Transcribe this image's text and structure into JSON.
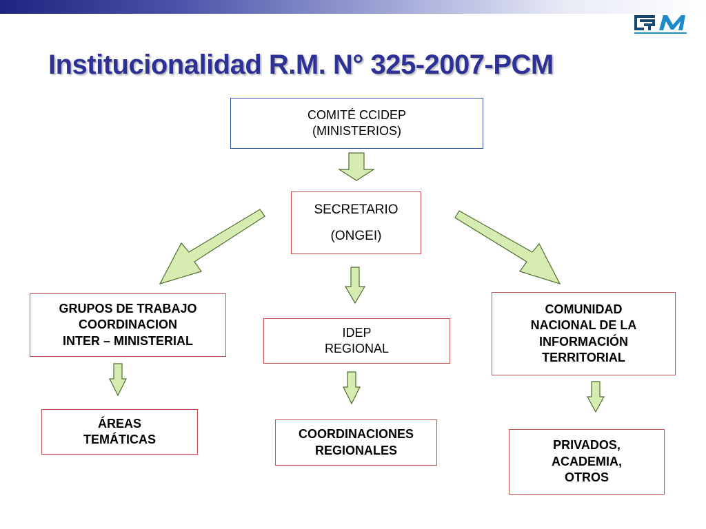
{
  "slide": {
    "title": "Institucionalidad R.M. N° 325-2007-PCM",
    "logo_text": "RM"
  },
  "colors": {
    "title": "#2d3196",
    "box_border_blue": "#2f56a8",
    "box_border_red": "#c0504d",
    "arrow_fill": "#d7ecb0",
    "arrow_stroke": "#4f6b2f"
  },
  "nodes": {
    "comite": {
      "line1": "COMITÉ CCIDEP",
      "line2": "(MINISTERIOS)"
    },
    "secretario": {
      "line1": "SECRETARIO",
      "line2": "(ONGEI)"
    },
    "grupos": {
      "line1": "GRUPOS DE TRABAJO",
      "line2": "COORDINACION",
      "line3": "INTER – MINISTERIAL"
    },
    "idep": {
      "line1": "IDEP",
      "line2": "REGIONAL"
    },
    "comunidad": {
      "line1": "COMUNIDAD",
      "line2": "NACIONAL DE LA",
      "line3": "INFORMACIÓN",
      "line4": "TERRITORIAL"
    },
    "areas": {
      "line1": "ÁREAS",
      "line2": "TEMÁTICAS"
    },
    "coordinaciones": {
      "line1": "COORDINACIONES",
      "line2": "REGIONALES"
    },
    "privados": {
      "line1": "PRIVADOS,",
      "line2": "ACADEMIA,",
      "line3": "OTROS"
    }
  }
}
